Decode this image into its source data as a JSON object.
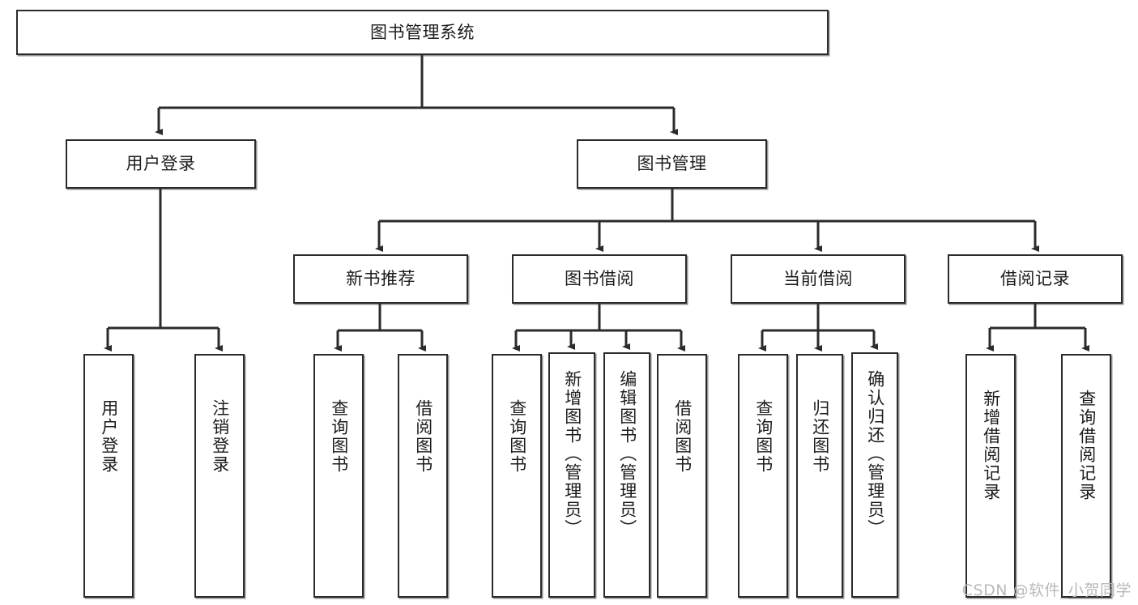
{
  "diagram": {
    "type": "tree",
    "title": "图书管理系统",
    "root": {
      "label": "图书管理系统"
    },
    "level2": [
      {
        "label": "用户登录"
      },
      {
        "label": "图书管理"
      }
    ],
    "level3": [
      {
        "label": "新书推荐"
      },
      {
        "label": "图书借阅"
      },
      {
        "label": "当前借阅"
      },
      {
        "label": "借阅记录"
      }
    ],
    "leaves_user_login": [
      {
        "label": "用户登录"
      },
      {
        "label": "注销登录"
      }
    ],
    "leaves_new_book": [
      {
        "label": "查询图书"
      },
      {
        "label": "借阅图书"
      }
    ],
    "leaves_borrow": [
      {
        "label": "查询图书"
      },
      {
        "label": "新增图书（管理员）"
      },
      {
        "label": "编辑图书（管理员）"
      },
      {
        "label": "借阅图书"
      }
    ],
    "leaves_current": [
      {
        "label": "查询图书"
      },
      {
        "label": "归还图书"
      },
      {
        "label": "确认归还（管理员）"
      }
    ],
    "leaves_record": [
      {
        "label": "新增借阅记录"
      },
      {
        "label": "查询借阅记录"
      }
    ],
    "colors": {
      "border": "#2b2b2b",
      "text": "#1c1c1c",
      "background": "#ffffff",
      "watermark": "#b9b9b9"
    }
  },
  "watermark": {
    "text": "CSDN @软件_小贺同学"
  }
}
